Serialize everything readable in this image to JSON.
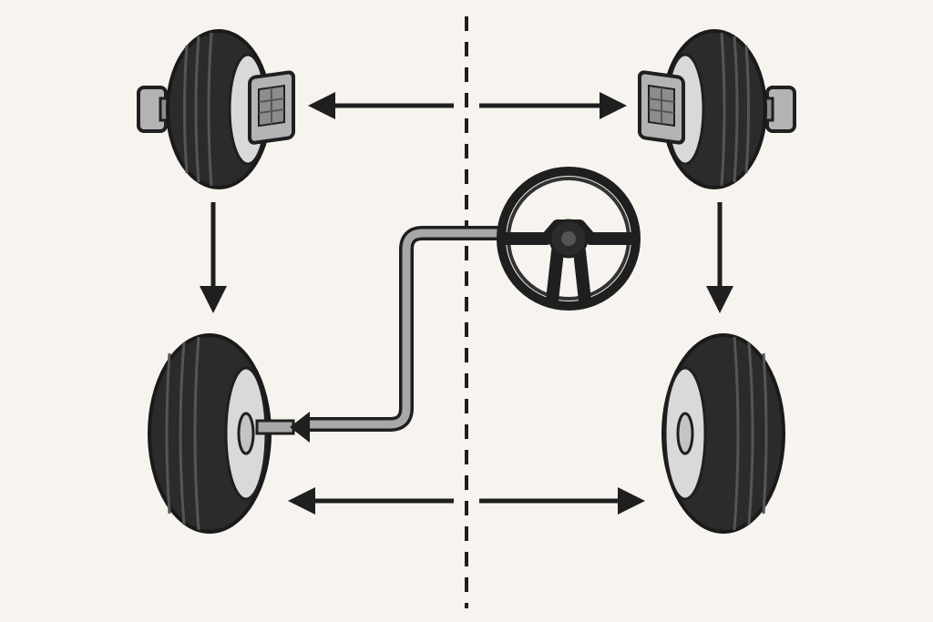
{
  "diagram": {
    "kind": "four-wheel steering / wheel alignment schematic",
    "labels": [],
    "colors": {
      "background": "#f7f3ee",
      "ink": "#1f1f1f",
      "tire": "#2b2b2b",
      "tire_tread": "#1a1a1a",
      "hub": "#d9d9d9",
      "hub_inner": "#c4c4c4",
      "shaft": "#a8a8a8",
      "sensor": "#b3b3b3",
      "sensor_face": "#8c8c8c",
      "wheel_rim": "#3a3a3a"
    },
    "elements": {
      "centerline": "dashed-centerline",
      "wheels": [
        "front-left-wheel",
        "front-right-wheel",
        "rear-left-wheel",
        "rear-right-wheel"
      ],
      "sensors": [
        "front-left-alignment-sensor",
        "front-right-alignment-sensor"
      ],
      "arrows": [
        "front-left-outward-arrow",
        "front-right-outward-arrow",
        "left-downward-arrow",
        "right-downward-arrow",
        "rear-left-outward-arrow",
        "rear-right-outward-arrow",
        "steering-shaft-arrow"
      ],
      "steering": "steering-wheel-icon"
    }
  }
}
